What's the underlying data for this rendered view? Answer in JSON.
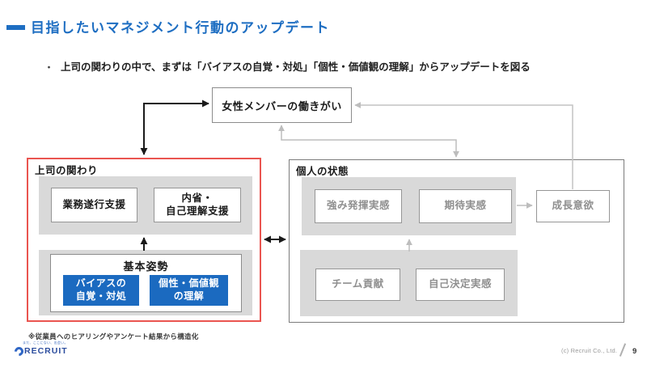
{
  "slide": {
    "title": "目指したいマネジメント行動のアップデート",
    "bullet_marker": "・",
    "bullet": "上司の関わりの中で、まずは「バイアスの自覚・対処」「個性・価値観の理解」からアップデートを図る",
    "footnote": "※従業員へのヒアリングやアンケート結果から構造化"
  },
  "diagram": {
    "outcome_box": {
      "label": "女性メンバーの働きがい"
    },
    "manager_section": {
      "label": "上司の関わり",
      "action_boxes": [
        {
          "label": "業務遂行支援"
        },
        {
          "line1": "内省・",
          "line2": "自己理解支援"
        }
      ],
      "base_stance": {
        "label": "基本姿勢",
        "items": [
          {
            "line1": "バイアスの",
            "line2": "自覚・対処"
          },
          {
            "line1": "個性・価値観",
            "line2": "の理解"
          }
        ]
      }
    },
    "individual_section": {
      "label": "個人の状態",
      "top_boxes": [
        "強み発揮実感",
        "期待実感"
      ],
      "bottom_boxes": [
        "チーム貢献",
        "自己決定実感"
      ],
      "growth_box": "成長意欲"
    }
  },
  "footer": {
    "logo_tagline": "まだ、ここにない、出会い。",
    "logo_text": "RECRUIT",
    "copyright": "(c) Recruit Co., Ltd.",
    "page_number": "9"
  },
  "colors": {
    "title_blue": "#1e6ec2",
    "highlight_blue": "#1b6ac0",
    "highlight_red": "#ea5550",
    "panel_gray": "#d9d9d9",
    "muted_gray_text": "#8f8f8f",
    "arrow_gray": "#bdbdbd",
    "arrow_black": "#1a1a1a"
  }
}
